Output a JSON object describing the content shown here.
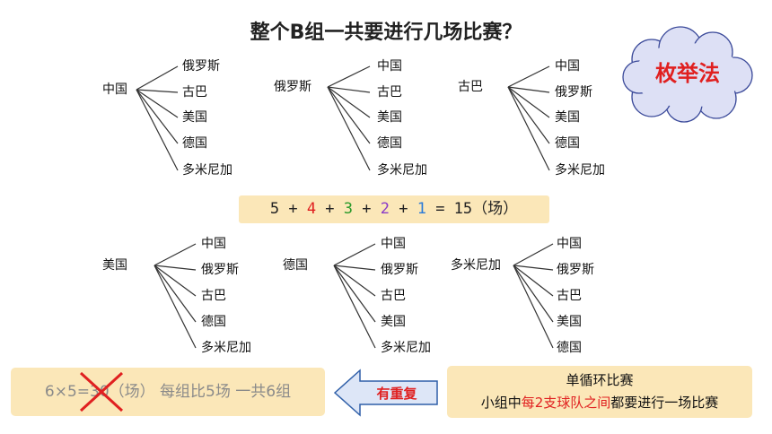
{
  "title": "整个B组一共要进行几场比赛？",
  "trees": [
    {
      "root": "中国",
      "branches": [
        "俄罗斯",
        "古巴",
        "美国",
        "德国",
        "多米尼加"
      ]
    },
    {
      "root": "俄罗斯",
      "branches": [
        "中国",
        "古巴",
        "美国",
        "德国",
        "多米尼加"
      ]
    },
    {
      "root": "古巴",
      "branches": [
        "中国",
        "俄罗斯",
        "美国",
        "德国",
        "多米尼加"
      ]
    },
    {
      "root": "美国",
      "branches": [
        "中国",
        "俄罗斯",
        "古巴",
        "德国",
        "多米尼加"
      ]
    },
    {
      "root": "德国",
      "branches": [
        "中国",
        "俄罗斯",
        "古巴",
        "美国",
        "多米尼加"
      ]
    },
    {
      "root": "多米尼加",
      "branches": [
        "中国",
        "俄罗斯",
        "古巴",
        "美国",
        "德国"
      ]
    }
  ],
  "equation": {
    "parts": [
      {
        "text": "5",
        "color": "#222222"
      },
      {
        "text": " + ",
        "color": "#222222"
      },
      {
        "text": "4",
        "color": "#e02020"
      },
      {
        "text": " + ",
        "color": "#222222"
      },
      {
        "text": "3",
        "color": "#2a9a2a"
      },
      {
        "text": " + ",
        "color": "#222222"
      },
      {
        "text": "2",
        "color": "#8a3ac8"
      },
      {
        "text": " + ",
        "color": "#222222"
      },
      {
        "text": "1",
        "color": "#2a7ad8"
      },
      {
        "text": " = 15（场）",
        "color": "#222222"
      }
    ]
  },
  "method_label": "枚举法",
  "repeat_label": "有重复",
  "wrong_calc": "6×5=30（场） 每组比5场  一共6组",
  "round_robin": {
    "title": "单循环比赛",
    "text_before": "小组中",
    "text_highlight": "每2支球队之间",
    "text_after": "都要进行一场比赛"
  },
  "colors": {
    "accent_red": "#e02020",
    "box_fill": "#fbe7b8",
    "cloud_fill": "#dde0f5",
    "arrow_fill": "#dde6f7",
    "arrow_stroke": "#2f5fa8"
  }
}
